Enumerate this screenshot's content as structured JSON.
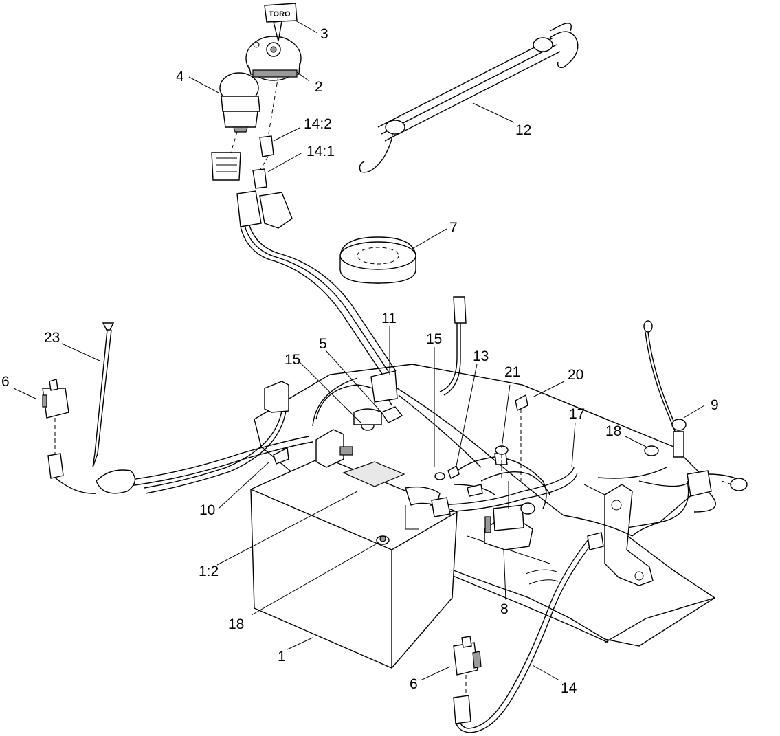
{
  "key_brand": "TORO",
  "callouts": [
    {
      "id": "c3",
      "text": "3"
    },
    {
      "id": "c2",
      "text": "2"
    },
    {
      "id": "c4",
      "text": "4"
    },
    {
      "id": "c14-2",
      "text": "14:2"
    },
    {
      "id": "c14-1",
      "text": "14:1"
    },
    {
      "id": "c12",
      "text": "12"
    },
    {
      "id": "c7",
      "text": "7"
    },
    {
      "id": "c11",
      "text": "11"
    },
    {
      "id": "c15a",
      "text": "15"
    },
    {
      "id": "c13",
      "text": "13"
    },
    {
      "id": "c21",
      "text": "21"
    },
    {
      "id": "c20",
      "text": "20"
    },
    {
      "id": "c23",
      "text": "23"
    },
    {
      "id": "c5",
      "text": "5"
    },
    {
      "id": "c15b",
      "text": "15"
    },
    {
      "id": "c17",
      "text": "17"
    },
    {
      "id": "c9",
      "text": "9"
    },
    {
      "id": "c6a",
      "text": "6"
    },
    {
      "id": "c18a",
      "text": "18"
    },
    {
      "id": "c10",
      "text": "10"
    },
    {
      "id": "c1-2",
      "text": "1:2"
    },
    {
      "id": "c8",
      "text": "8"
    },
    {
      "id": "c18b",
      "text": "18"
    },
    {
      "id": "c1",
      "text": "1"
    },
    {
      "id": "c6b",
      "text": "6"
    },
    {
      "id": "c14",
      "text": "14"
    }
  ]
}
